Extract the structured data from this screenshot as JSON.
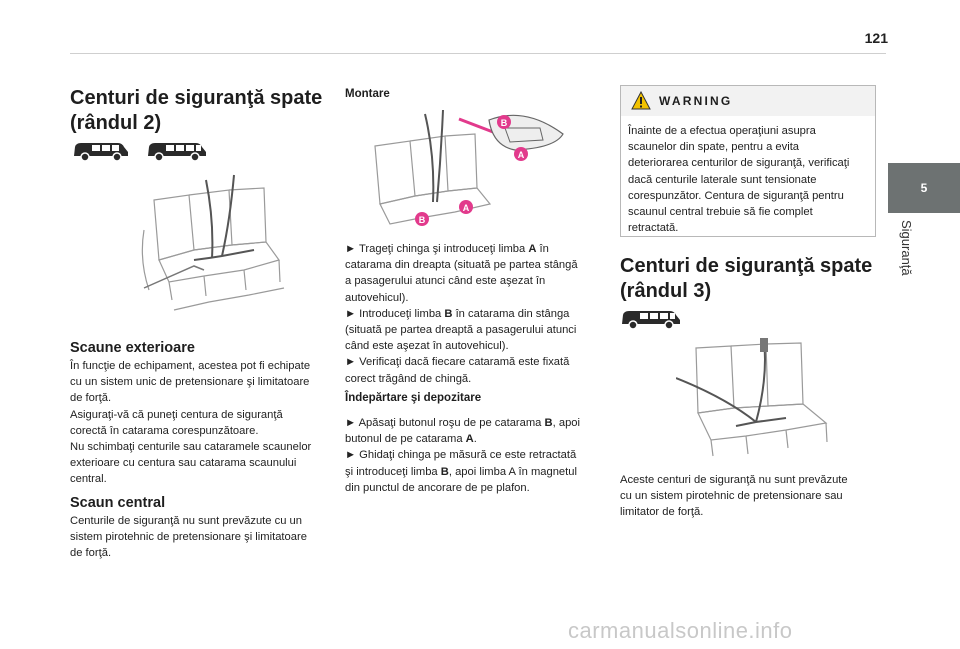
{
  "header": {
    "page_number": "121"
  },
  "side_tab": {
    "number": "5",
    "label": "Siguranţă"
  },
  "col1": {
    "title_line1": "Centuri de siguranţă spate",
    "title_line2": "(rândul 2)",
    "exterior": {
      "heading": "Scaune exterioare",
      "lines": [
        "În funcţie de echipament, acestea pot fi echipate",
        "cu un sistem unic de pretensionare şi limitatoare",
        "de forţă.",
        "Asiguraţi-vă că puneţi centura de siguranţă",
        "corectă în catarama corespunzătoare.",
        "Nu schimbaţi centurile sau cataramele scaunelor",
        "exterioare cu centura sau catarama scaunului",
        "central."
      ]
    },
    "central": {
      "heading": "Scaun central",
      "lines": [
        "Centurile de siguranţă nu sunt prevăzute cu un",
        "sistem pirotehnic de pretensionare şi limitatoare",
        "de forţă."
      ]
    }
  },
  "col2": {
    "mount_heading": "Montare",
    "callouts": {
      "a": "A",
      "b": "B"
    },
    "mount_lines": [
      {
        "pre": "►  Trageţi chinga şi introduceţi limba ",
        "bold": "A",
        "post": " în"
      },
      {
        "pre": "catarama din dreapta (situată pe partea stângă",
        "bold": "",
        "post": ""
      },
      {
        "pre": "a pasagerului atunci când este aşezat în",
        "bold": "",
        "post": ""
      },
      {
        "pre": "autovehicul).",
        "bold": "",
        "post": ""
      },
      {
        "pre": "►  Introduceţi limba ",
        "bold": "B",
        "post": " în catarama din stânga"
      },
      {
        "pre": "(situată pe partea dreaptă a pasagerului atunci",
        "bold": "",
        "post": ""
      },
      {
        "pre": "când este aşezat în autovehicul).",
        "bold": "",
        "post": ""
      },
      {
        "pre": "►  Verificaţi dacă fiecare cataramă este fixată",
        "bold": "",
        "post": ""
      },
      {
        "pre": "corect trăgând de chingă.",
        "bold": "",
        "post": ""
      }
    ],
    "remove_heading": "Îndepărtare şi depozitare",
    "remove_lines": [
      {
        "pre": "►  Apăsaţi butonul roşu de pe catarama ",
        "bold": "B",
        "post": ", apoi"
      },
      {
        "pre": "butonul de pe catarama ",
        "bold": "A",
        "post": "."
      },
      {
        "pre": "►  Ghidaţi chinga pe măsură ce este retractată",
        "bold": "",
        "post": ""
      },
      {
        "pre": "şi introduceţi limba ",
        "bold": "B",
        "post": ", apoi limba A în magnetul"
      },
      {
        "pre": "din punctul de ancorare de pe plafon.",
        "bold": "",
        "post": ""
      }
    ]
  },
  "col3": {
    "warning": {
      "title": "WARNING",
      "lines": [
        "Înainte de a efectua operaţiuni asupra",
        "scaunelor din spate, pentru a evita",
        "deteriorarea centurilor de siguranţă, verificaţi",
        "dacă centurile laterale sunt tensionate",
        "corespunzător. Centura de siguranţă pentru",
        "scaunul central trebuie să fie complet",
        "retractată."
      ]
    },
    "title_line1": "Centuri de siguranţă spate",
    "title_line2": "(rândul 3)",
    "lines": [
      "Aceste centuri de siguranţă nu sunt prevăzute",
      "cu un sistem pirotehnic de pretensionare sau",
      "limitator de forţă."
    ]
  },
  "watermark": "carmanualsonline.info",
  "colors": {
    "accent_pink": "#e23a8c",
    "tab_gray": "#6d7272",
    "warning_yellow": "#f2c200"
  }
}
